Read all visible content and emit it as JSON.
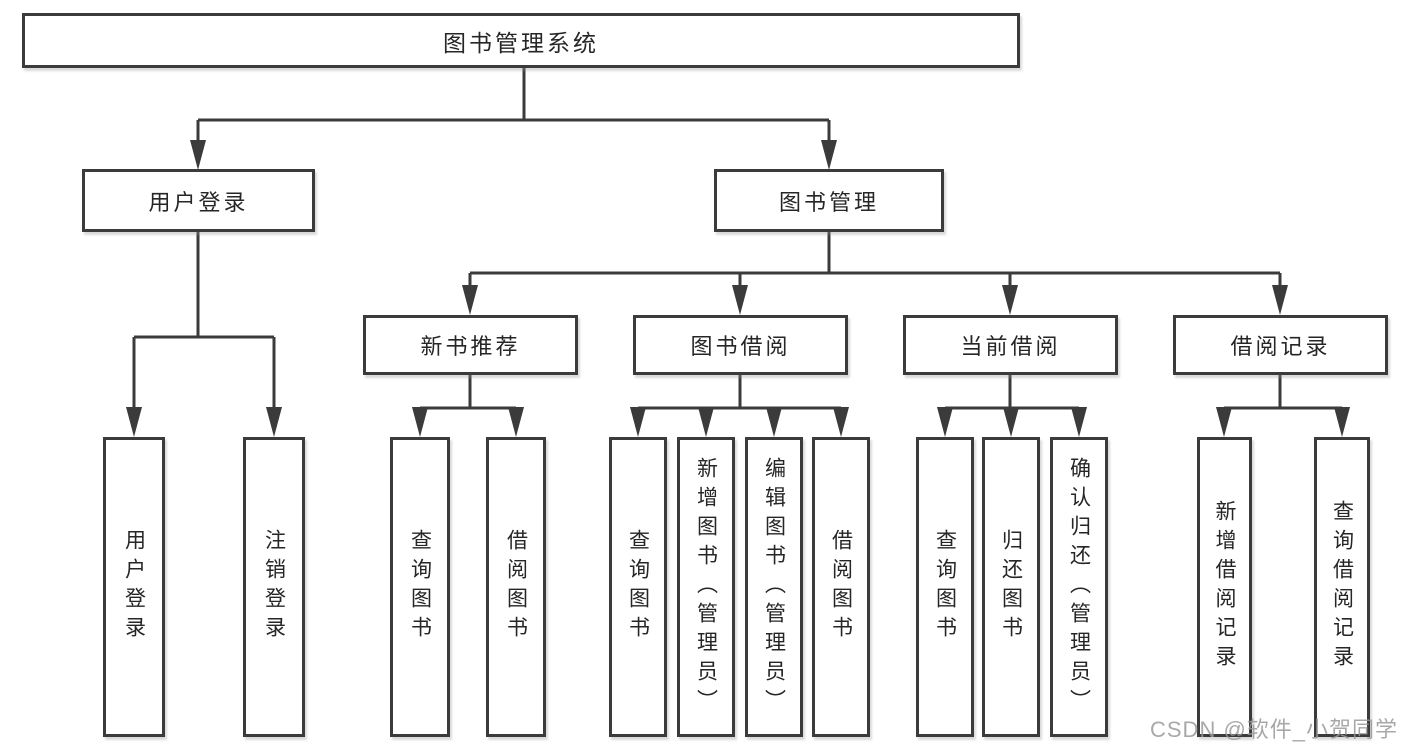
{
  "colors": {
    "line": "#3b3b3b",
    "text": "#262626",
    "watermark": "#9a9a9a",
    "background": "#ffffff"
  },
  "diagram": {
    "root": {
      "label": "图书管理系统"
    },
    "user_login": {
      "label": "用户登录",
      "leaves": [
        "用户登录",
        "注销登录"
      ]
    },
    "book_management": {
      "label": "图书管理",
      "groups": [
        {
          "label": "新书推荐",
          "leaves": [
            "查询图书",
            "借阅图书"
          ]
        },
        {
          "label": "图书借阅",
          "leaves": [
            "查询图书",
            "新增图书（管理员）",
            "编辑图书（管理员）",
            "借阅图书"
          ]
        },
        {
          "label": "当前借阅",
          "leaves": [
            "查询图书",
            "归还图书",
            "确认归还（管理员）"
          ]
        },
        {
          "label": "借阅记录",
          "leaves": [
            "新增借阅记录",
            "查询借阅记录"
          ]
        }
      ]
    }
  },
  "watermark": {
    "text": "CSDN @软件_小贺同学"
  }
}
